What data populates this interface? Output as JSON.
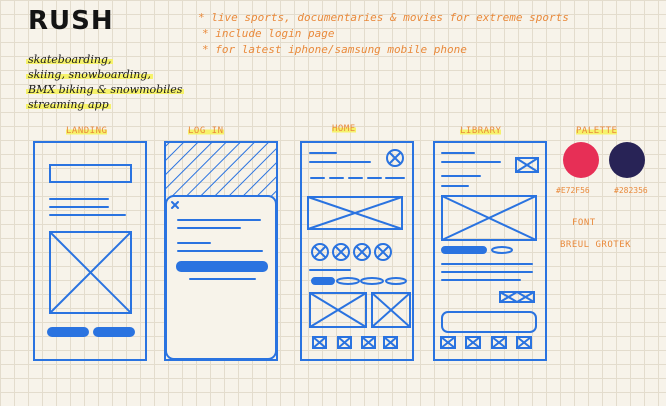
{
  "app_title": "RUSH",
  "notes": [
    "* live sports, documentaries & movies for extreme sports",
    "* include login page",
    "* for latest iphone/samsung mobile phone"
  ],
  "description_lines": [
    "skateboarding,",
    "skiing, snowboarding,",
    "BMX biking & snowmobiles",
    "streaming app"
  ],
  "screens": [
    {
      "label": "LANDING"
    },
    {
      "label": "LOG IN"
    },
    {
      "label": "HOME"
    },
    {
      "label": "LIBRARY"
    }
  ],
  "palette": {
    "label": "PALETTE",
    "colors": [
      {
        "hex": "#E72F56",
        "label": "#E72F56"
      },
      {
        "hex": "#282356",
        "label": "#282356"
      }
    ]
  },
  "font": {
    "label": "FONT",
    "name": "BREUL GROTEK"
  },
  "wire_color": "#2a73e0"
}
